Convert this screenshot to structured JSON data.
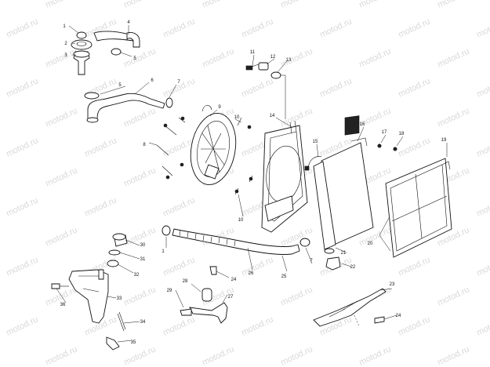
{
  "watermark": {
    "text": "motod.ru",
    "color": "#d9d9d9"
  },
  "callouts": [
    {
      "id": "c1",
      "text": "1"
    },
    {
      "id": "c2",
      "text": "2"
    },
    {
      "id": "c3",
      "text": "3"
    },
    {
      "id": "c4",
      "text": "4"
    },
    {
      "id": "c5a",
      "text": "5"
    },
    {
      "id": "c5b",
      "text": "5"
    },
    {
      "id": "c6",
      "text": "6"
    },
    {
      "id": "c7a",
      "text": "7"
    },
    {
      "id": "c8",
      "text": "8"
    },
    {
      "id": "c9",
      "text": "9"
    },
    {
      "id": "c10a",
      "text": "10"
    },
    {
      "id": "c10b",
      "text": "10"
    },
    {
      "id": "c11",
      "text": "11"
    },
    {
      "id": "c12",
      "text": "12"
    },
    {
      "id": "c13",
      "text": "13"
    },
    {
      "id": "c14",
      "text": "14"
    },
    {
      "id": "c15",
      "text": "15"
    },
    {
      "id": "c16",
      "text": "16"
    },
    {
      "id": "c17",
      "text": "17"
    },
    {
      "id": "c18",
      "text": "18"
    },
    {
      "id": "c19",
      "text": "19"
    },
    {
      "id": "c20",
      "text": "20"
    },
    {
      "id": "c21",
      "text": "21"
    },
    {
      "id": "c22",
      "text": "22"
    },
    {
      "id": "c23",
      "text": "23"
    },
    {
      "id": "c24a",
      "text": "24"
    },
    {
      "id": "c24b",
      "text": "24"
    },
    {
      "id": "c25",
      "text": "25"
    },
    {
      "id": "c26",
      "text": "26"
    },
    {
      "id": "c27",
      "text": "27"
    },
    {
      "id": "c28",
      "text": "28"
    },
    {
      "id": "c29",
      "text": "29"
    },
    {
      "id": "c30",
      "text": "30"
    },
    {
      "id": "c31",
      "text": "31"
    },
    {
      "id": "c32",
      "text": "32"
    },
    {
      "id": "c33",
      "text": "33"
    },
    {
      "id": "c34",
      "text": "34"
    },
    {
      "id": "c35",
      "text": "35"
    },
    {
      "id": "c36",
      "text": "36"
    },
    {
      "id": "c1b",
      "text": "1"
    },
    {
      "id": "c7b",
      "text": "7"
    }
  ]
}
